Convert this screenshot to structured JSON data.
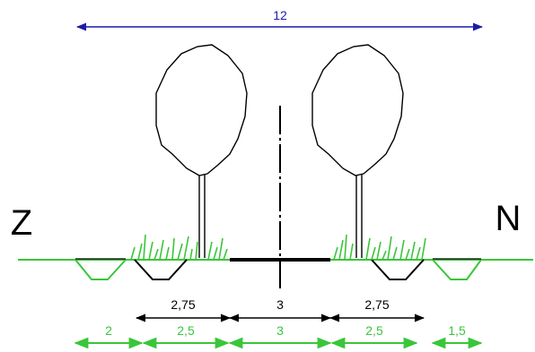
{
  "labels": {
    "overall_width": "12",
    "left_side": "Z",
    "right_side": "N",
    "black_dims": [
      "2,75",
      "3",
      "2,75"
    ],
    "green_dims": [
      "2",
      "2,5",
      "3",
      "2,5",
      "1,5"
    ]
  },
  "colors": {
    "overall": "#1c1ca8",
    "black": "#000000",
    "green": "#39c639"
  }
}
